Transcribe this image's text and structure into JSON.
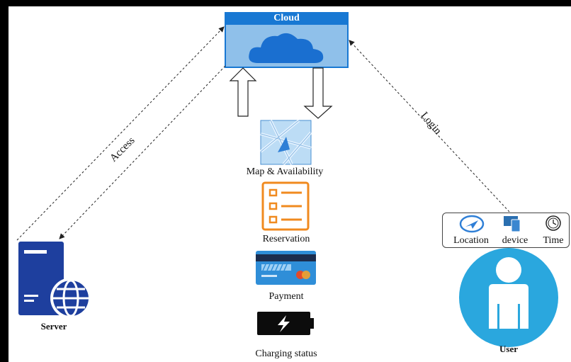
{
  "cloud": {
    "title": "Cloud",
    "icon": "cloud-icon"
  },
  "connections": {
    "access": "Access",
    "login": "Login"
  },
  "features": [
    {
      "label": "Map & Availability",
      "icon": "map-icon"
    },
    {
      "label": "Reservation",
      "icon": "checklist-icon"
    },
    {
      "label": "Payment",
      "icon": "credit-card-icon"
    },
    {
      "label": "Charging status",
      "icon": "battery-charging-icon"
    }
  ],
  "server": {
    "label": "Server",
    "icon": "server-globe-icon"
  },
  "user": {
    "label": "User",
    "icon": "user-icon",
    "attributes": [
      {
        "label": "Location",
        "icon": "compass-icon"
      },
      {
        "label": "device",
        "icon": "devices-icon"
      },
      {
        "label": "Time",
        "icon": "clock-icon"
      }
    ]
  },
  "colors": {
    "cloud_header": "#1878d3",
    "cloud_body": "#8fc0ea",
    "cloud_shape": "#1a6fd0",
    "server": "#1e3f9e",
    "user_circle": "#2aa7de",
    "reservation": "#f08a1f",
    "frame": "#000000"
  }
}
